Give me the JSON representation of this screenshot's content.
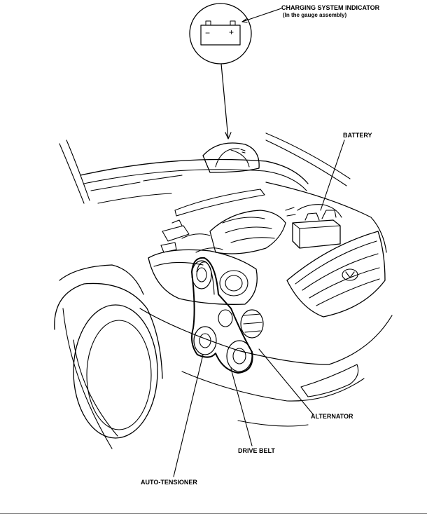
{
  "labels": {
    "charging_indicator": "CHARGING SYSTEM INDICATOR",
    "charging_indicator_note": "(In the gauge assembly)",
    "battery": "BATTERY",
    "alternator": "ALTERNATOR",
    "drive_belt": "DRIVE BELT",
    "auto_tensioner": "AUTO-TENSIONER"
  },
  "indicator_symbols": {
    "minus": "−",
    "plus": "+"
  },
  "icons": {
    "indicator": "battery-icon"
  }
}
